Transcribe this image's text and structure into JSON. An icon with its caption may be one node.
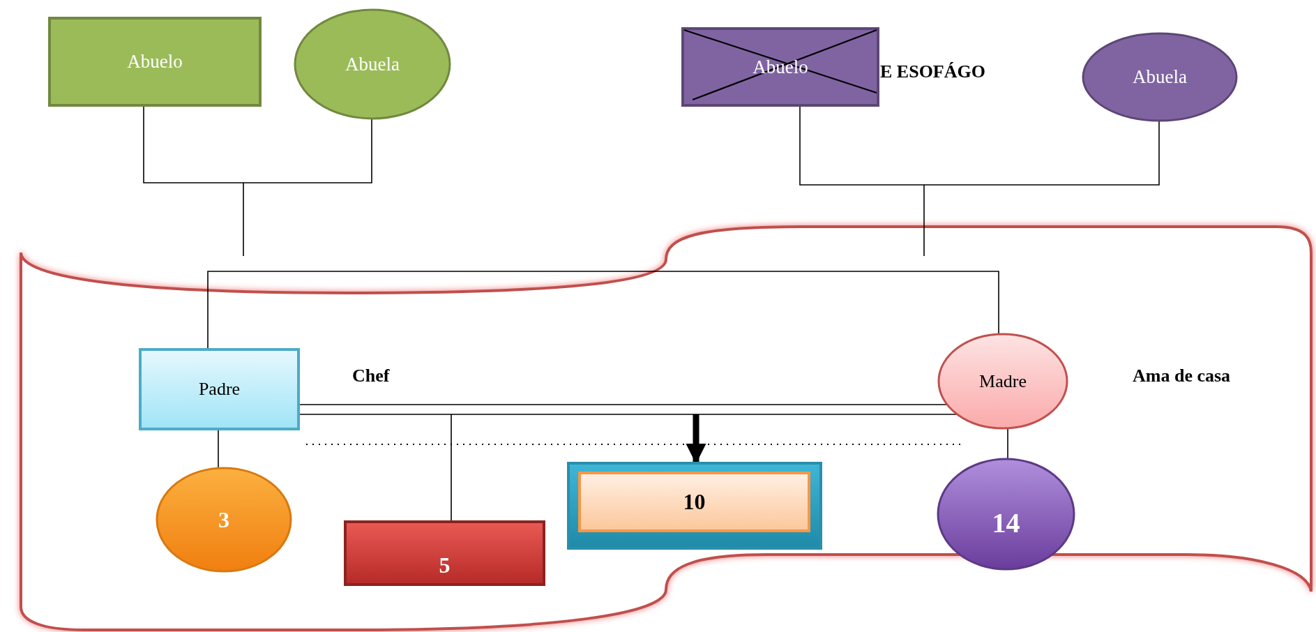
{
  "diagram": {
    "nodes": [
      {
        "text": [
          "Abuelo"
        ]
      },
      {
        "text": [
          "Abuela"
        ]
      },
      {
        "text": [
          "Abuelo"
        ]
      },
      {
        "text": [
          "Abuela"
        ]
      },
      {
        "text": [
          "Padre"
        ],
        "beside": [
          "Chef"
        ]
      },
      {
        "text": [
          "Madre"
        ],
        "beside": [
          "Ama de casa"
        ]
      },
      {
        "text": [
          "3"
        ]
      },
      {
        "text": [
          "5"
        ]
      },
      {
        "text": [],
        "shape": "box"
      },
      {
        "text": [
          "10"
        ],
        "in": 8
      },
      {
        "text": [
          "14"
        ]
      }
    ],
    "edges": [
      {
        "from": 0,
        "to": 1,
        "arrow": "none"
      },
      {
        "from": 2,
        "to": 3,
        "arrow": "none"
      },
      {
        "from": 4,
        "to": 5,
        "arrow": "none"
      },
      {
        "from": 4,
        "to": 5,
        "arrow": "none"
      },
      {
        "from": 4,
        "to": 5,
        "arrow": "none"
      },
      {
        "from": 4,
        "to": 6,
        "arrow": "none"
      },
      {
        "from": 5,
        "to": 10,
        "arrow": "none"
      },
      {
        "from": null,
        "to": 7,
        "arrow": "none"
      },
      {
        "from": null,
        "to": 8,
        "arrow": "to",
        "style": "thick"
      }
    ],
    "labels": [
      "E ESOFÁGO"
    ]
  }
}
